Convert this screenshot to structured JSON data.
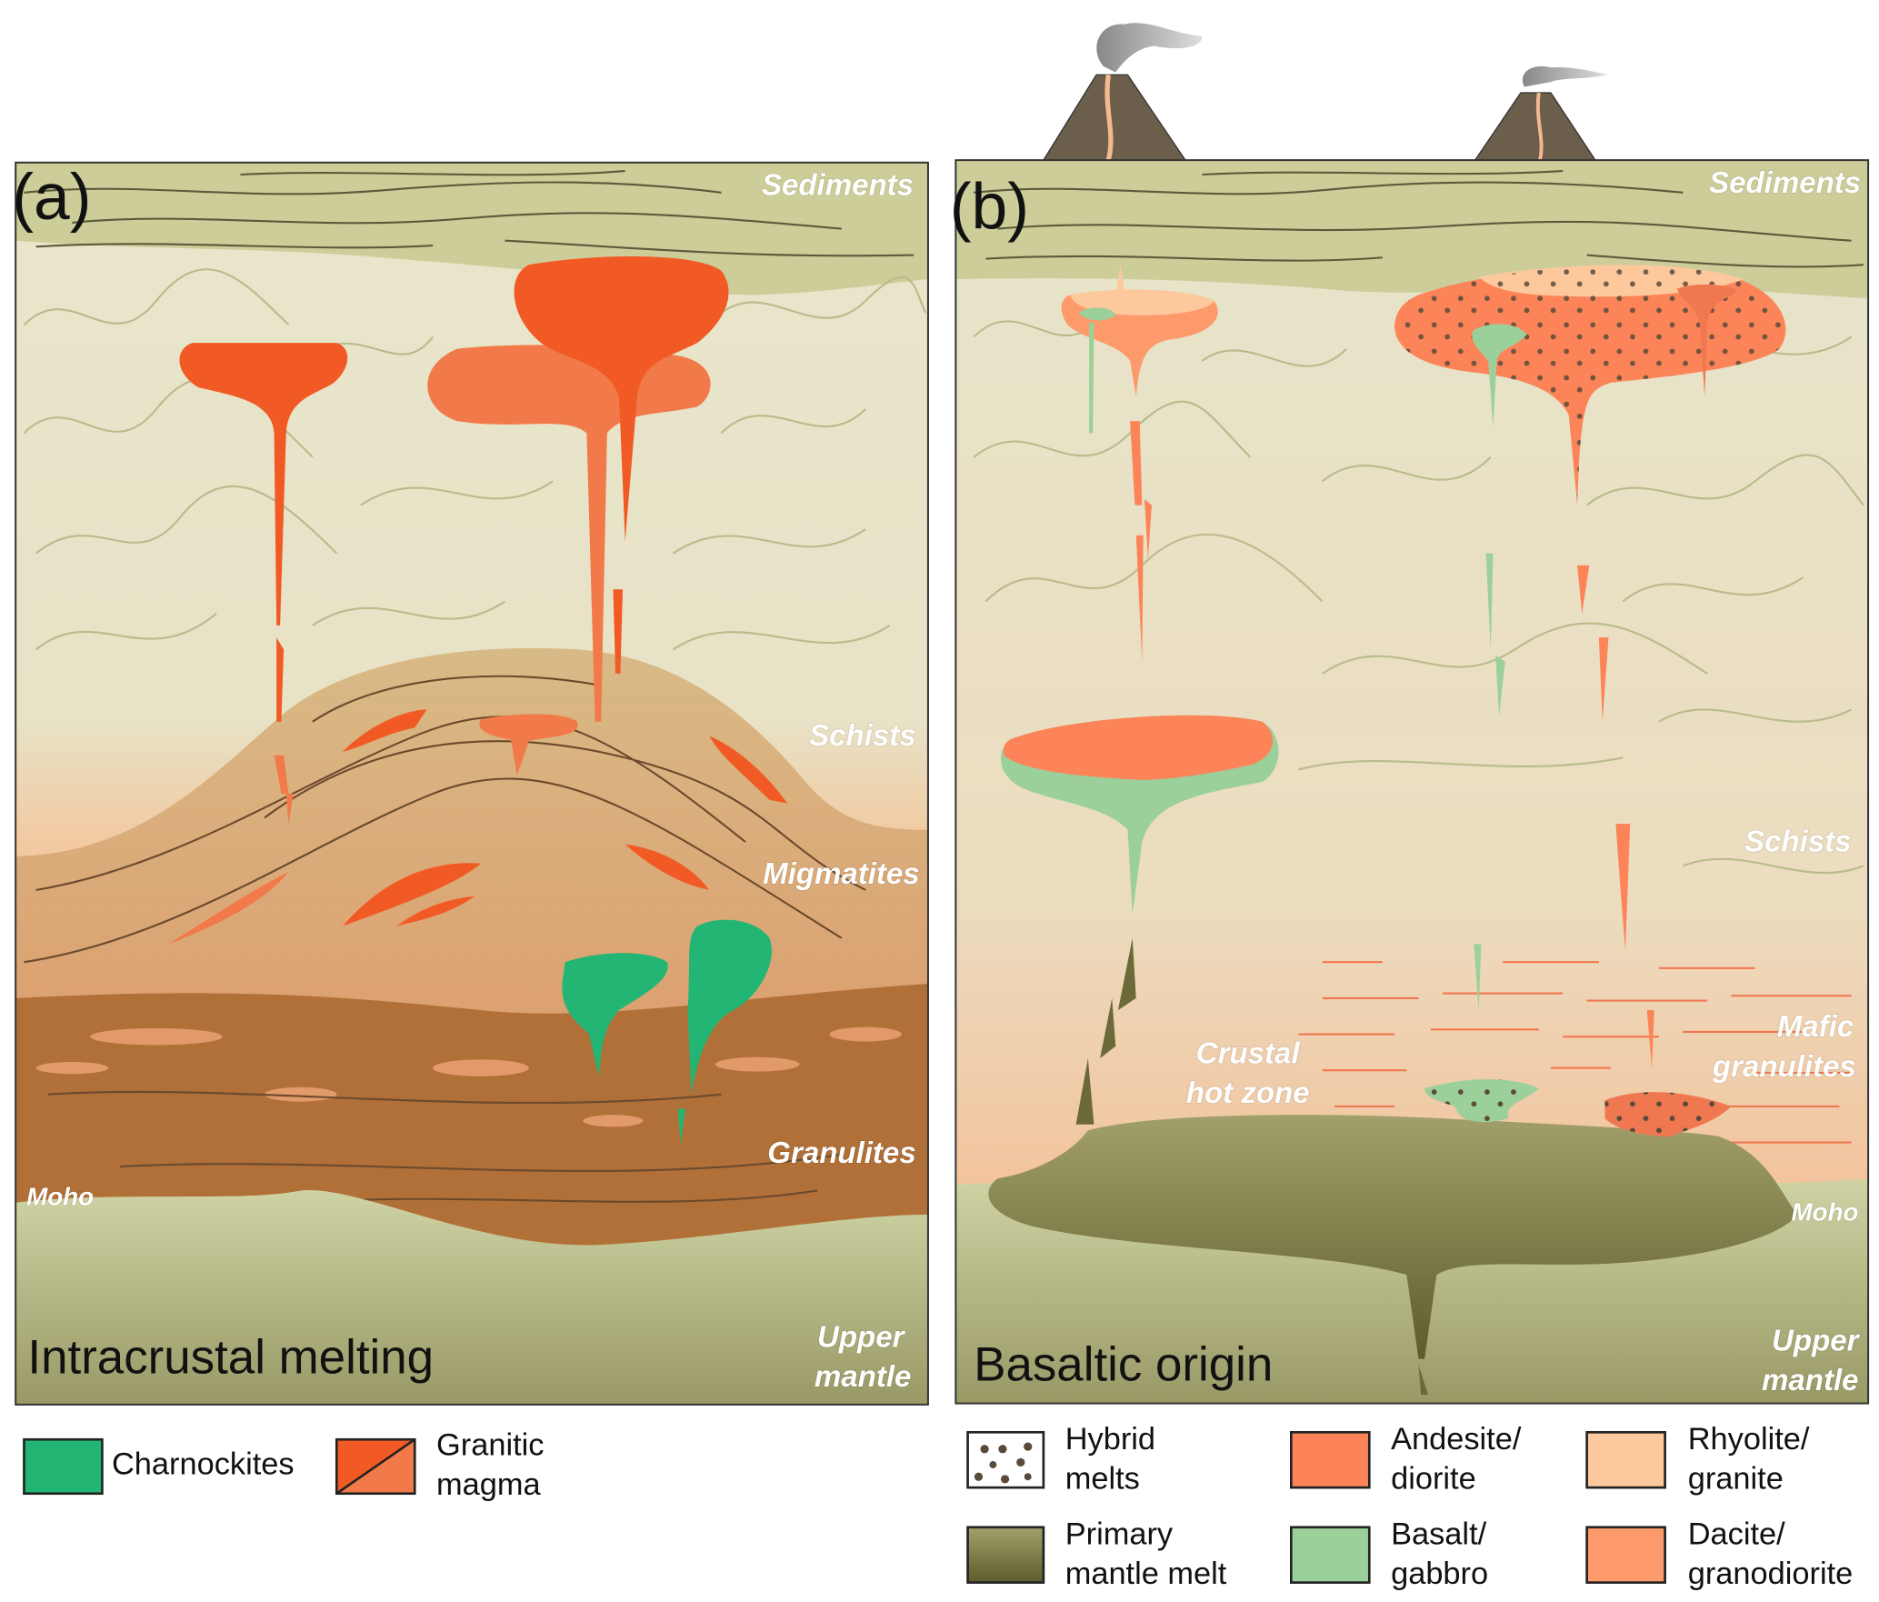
{
  "panel_a": {
    "letter": "(a)",
    "title": "Intracrustal melting",
    "labels": {
      "sediments": "Sediments",
      "schists": "Schists",
      "migmatites": "Migmatites",
      "granulites": "Granulites",
      "moho": "Moho",
      "upper_mantle_1": "Upper",
      "upper_mantle_2": "mantle"
    },
    "legend": [
      {
        "label_1": "Charnockites",
        "label_2": "",
        "color": "#23b574"
      },
      {
        "label_1": "Granitic",
        "label_2": "magma",
        "color": "#f15a24",
        "color2": "#f27a4a"
      }
    ]
  },
  "panel_b": {
    "letter": "(b)",
    "title": "Basaltic origin",
    "labels": {
      "sediments": "Sediments",
      "schists": "Schists",
      "crustal_1": "Crustal",
      "crustal_2": "hot zone",
      "mafic_1": "Mafic",
      "mafic_2": "granulites",
      "moho": "Moho",
      "upper_mantle_1": "Upper",
      "upper_mantle_2": "mantle"
    },
    "legend": [
      {
        "label_1": "Hybrid",
        "label_2": "melts",
        "color": "#ffffff"
      },
      {
        "label_1": "Andesite/",
        "label_2": "diorite",
        "color": "#fc8458"
      },
      {
        "label_1": "Rhyolite/",
        "label_2": "granite",
        "color": "#fdc89c"
      },
      {
        "label_1": "Primary",
        "label_2": "mantle melt",
        "color": "#6b6a38"
      },
      {
        "label_1": "Basalt/",
        "label_2": "gabbro",
        "color": "#9bd09b"
      },
      {
        "label_1": "Dacite/",
        "label_2": "granodiorite",
        "color": "#fc9a6c"
      }
    ]
  }
}
